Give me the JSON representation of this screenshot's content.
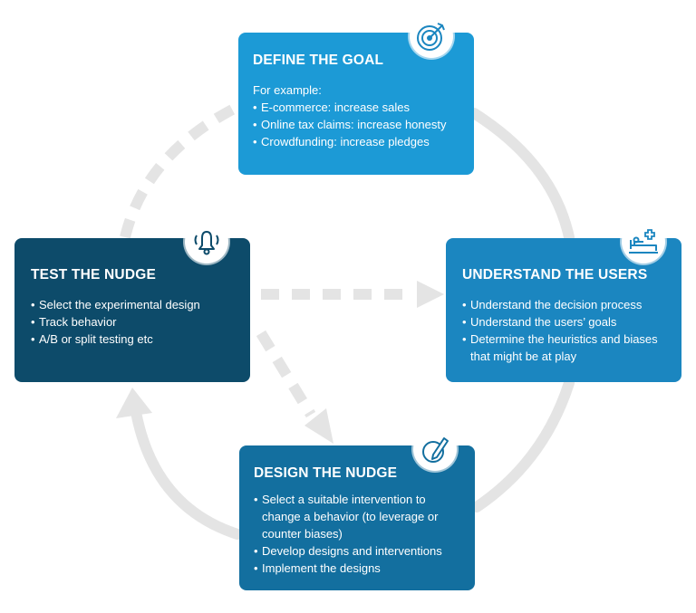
{
  "goal": {
    "title": "DEFINE THE GOAL",
    "intro": "For example:",
    "items": [
      "E-commerce: increase sales",
      "Online tax claims: increase honesty",
      "Crowdfunding: increase pledges"
    ],
    "icon": "target-icon"
  },
  "users": {
    "title": "UNDERSTAND THE USERS",
    "items": [
      "Understand the decision process",
      "Understand the users’ goals",
      "Determine the heuristics and biases that might be at play"
    ],
    "icon": "hospital-bed-icon"
  },
  "design": {
    "title": "DESIGN THE NUDGE",
    "items": [
      "Select a suitable intervention to change a behavior (to leverage or counter biases)",
      "Develop designs and interventions",
      "Implement the designs"
    ],
    "icon": "pencil-circle-icon"
  },
  "test": {
    "title": "TEST THE NUDGE",
    "items": [
      "Select the experimental design",
      "Track behavior",
      "A/B or split testing etc"
    ],
    "icon": "bell-icon"
  },
  "colors": {
    "goal": "#1c9ad6",
    "users": "#1b86c0",
    "design": "#136f9f",
    "test": "#0d4b6a",
    "cycle": "#e4e4e4"
  }
}
